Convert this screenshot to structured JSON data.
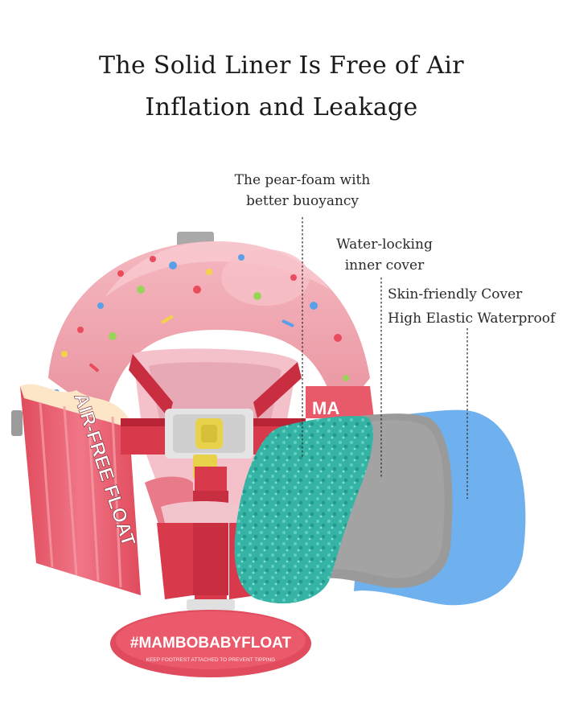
{
  "heading": {
    "line1": "The Solid Liner Is Free of  Air",
    "line2": "Inflation and Leakage"
  },
  "callouts": {
    "foam": [
      "The pear-foam with",
      "better buoyancy"
    ],
    "inner_cover": [
      "Water-locking",
      "inner cover"
    ],
    "outer_cover": [
      "Skin-friendly Cover",
      "High Elastic Waterproof"
    ]
  },
  "product_text": {
    "side_label": "AIR-FREE FLOAT",
    "side_label_right": "MA",
    "footrest_tag": "#MAMBOBABYFLOAT",
    "footrest_note": "KEEP FOOTREST ATTACHED TO PREVENT TIPPING"
  },
  "colors": {
    "float_pink": "#f2a7b0",
    "cupcake_red": "#e85a6a",
    "foam_teal": "#35b3a5",
    "inner_gray": "#9a9a9a",
    "outer_blue": "#6fb0ee",
    "harness_red": "#d83a4c"
  }
}
